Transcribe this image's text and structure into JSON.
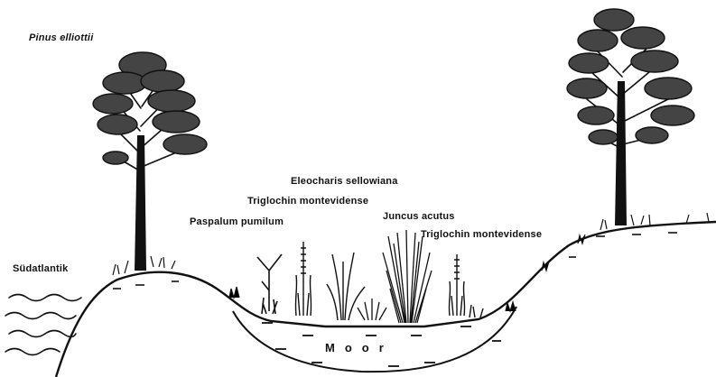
{
  "labels": {
    "pinus": "Pinus elliottii",
    "suedatlantik": "Südatlantik",
    "eleocharis": "Eleocharis sellowiana",
    "triglochin_left": "Triglochin montevidense",
    "paspalum": "Paspalum pumilum",
    "juncus": "Juncus acutus",
    "triglochin_right": "Triglochin montevidense",
    "moor": "Moor"
  },
  "colors": {
    "ink": "#111111",
    "background": "#ffffff"
  }
}
